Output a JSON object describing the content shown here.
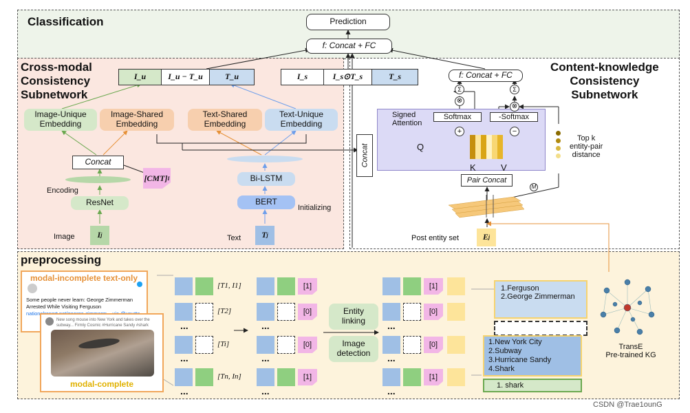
{
  "titles": {
    "classification": "Classification",
    "cross_modal": "Cross-modal\nConsistency\nSubnetwork",
    "content_knowledge": "Content-knowledge\nConsistency\nSubnetwork",
    "preprocessing": "preprocessing"
  },
  "classification": {
    "prediction": "Prediction",
    "concat_fc": "f: Concat + FC"
  },
  "cross_modal": {
    "vec_labels": [
      "I_u",
      "I_u − T_u",
      "T_u"
    ],
    "image_unique": "Image-Unique\nEmbedding",
    "image_shared": "Image-Shared\nEmbedding",
    "text_shared": "Text-Shared\nEmbedding",
    "text_unique": "Text-Unique\nEmbedding",
    "concat": "Concat",
    "cmt": "[CMT]",
    "cmt_sub": "I",
    "encoding": "Encoding",
    "resnet": "ResNet",
    "image_label": "Image",
    "image_sym": "I",
    "image_sub": "j",
    "bilstm": "Bi-LSTM",
    "bert": "BERT",
    "initializing": "Initializing",
    "text_label": "Text",
    "text_sym": "T",
    "text_sub": "j"
  },
  "content_knowledge": {
    "vec_labels": [
      "I_s",
      "I_s⊙T_s",
      "T_s"
    ],
    "concat_fc": "f: Concat + FC",
    "concat_vertical": "Concat",
    "signed_attention": "Signed\nAttention",
    "softmax": "Softmax",
    "neg_softmax": "-Softmax",
    "q": "Q",
    "k": "K",
    "v": "V",
    "pair_concat": "Pair Concat",
    "m": "M",
    "topk": "Top k\nentity-pair\ndistance",
    "post_entity_set": "Post entity set",
    "ej": "E",
    "ej_sub": "j"
  },
  "preprocessing": {
    "tweet_text_only_label": "modal-incomplete text-only",
    "tweet_text_only_body": "Some people never learn: George Zimmerman Arrested While Visiting Ferguson",
    "tweet_text_only_link": "nationalreport.net/george-zimmerm... via @uputta",
    "tweet_complete_label": "modal-complete",
    "tweet_complete_body": "New song mouse into New York and takes over the subway... Firmly Cosmic #Hurricane Sandy #shark",
    "pair_labels": [
      "[T1, I1]",
      "[T2]",
      "[Ti]",
      "[Tn, In]"
    ],
    "flag_col1": [
      "[1]",
      "[0]",
      "[0]",
      "[1]"
    ],
    "flag_col2": [
      "[1]",
      "[0]",
      "[0]",
      "[1]"
    ],
    "entity_linking": "Entity\nlinking",
    "image_detection": "Image\ndetection",
    "ferguson_list": [
      "1.Ferguson",
      "2.George Zimmerman"
    ],
    "ny_list": [
      "1.New York City",
      "2.Subway",
      "3.Hurricane Sandy",
      "4.Shark"
    ],
    "shark_item": "1. shark",
    "transe": "TransE\nPre-trained KG",
    "dots": "..."
  },
  "watermark": "CSDN @Trae1ounG",
  "colors": {
    "classification_bg": "#eef4ea",
    "cross_modal_bg": "#fbe7e0",
    "preprocessing_bg": "#fdf3dc",
    "green_box": "#d5e8c9",
    "orange_box": "#f7cfae",
    "blue_box": "#c9dcf0",
    "pink": "#f2b6e6",
    "yellow": "#fde49a",
    "attention_bg": "#dcdaf6"
  }
}
